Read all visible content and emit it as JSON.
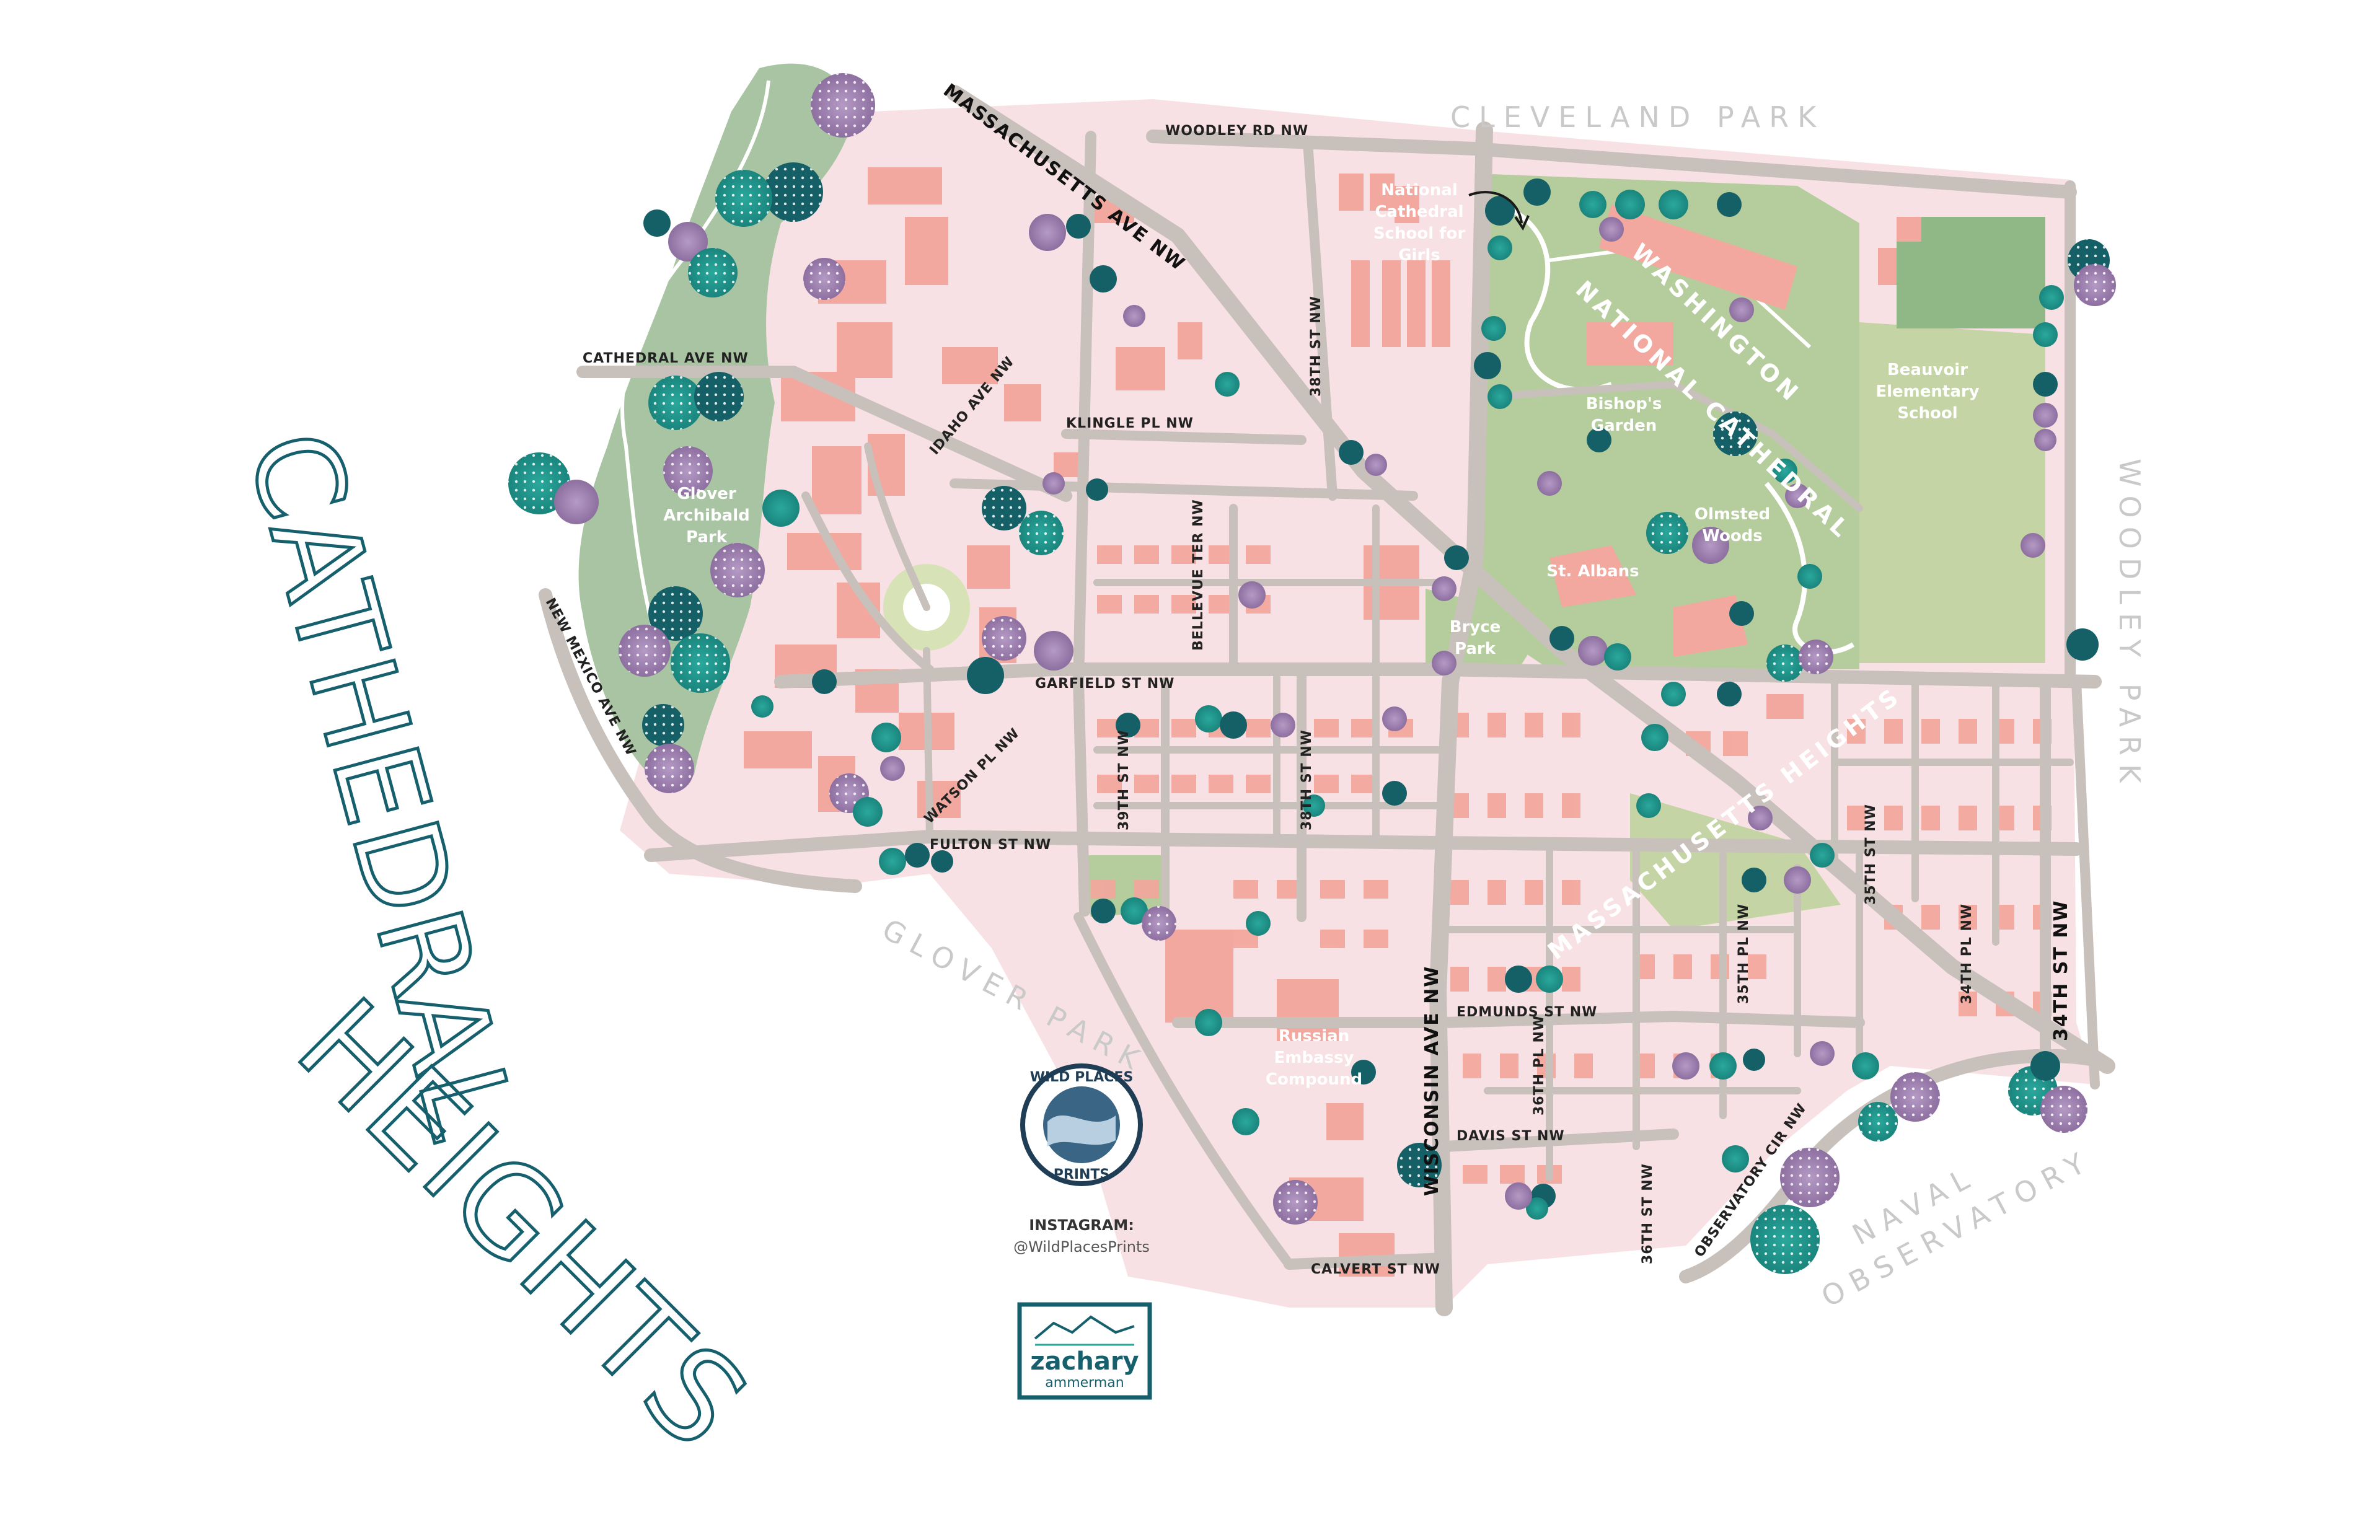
{
  "title": {
    "line1": "CATHEDRAL",
    "line2": "HEIGHTS"
  },
  "neighborhoods": {
    "cleveland_park": "CLEVELAND PARK",
    "woodley_park": "WOODLEY PARK",
    "glover_park": "GLOVER PARK",
    "naval_observatory_1": "NAVAL",
    "naval_observatory_2": "OBSERVATORY"
  },
  "streets": {
    "massachusetts_ave": "MASSACHUSETTS AVE NW",
    "woodley_rd": "WOODLEY RD NW",
    "cathedral_ave": "CATHEDRAL AVE NW",
    "idaho_ave": "IDAHO AVE NW",
    "klingle_pl": "KLINGLE PL NW",
    "st_38th_north": "38TH ST NW",
    "bellevue_ter": "BELLEVUE TER NW",
    "new_mexico_ave": "NEW MEXICO AVE NW",
    "garfield_st": "GARFIELD ST NW",
    "watson_pl": "WATSON PL NW",
    "st_39th": "39TH ST NW",
    "st_38th_south": "38TH ST NW",
    "fulton_st": "FULTON ST NW",
    "wisconsin_ave": "WISCONSIN AVE NW",
    "edmunds_st": "EDMUNDS ST NW",
    "pl_36th": "36TH PL NW",
    "davis_st": "DAVIS ST NW",
    "st_36th": "36TH ST NW",
    "observatory_cir": "OBSERVATORY CIR NW",
    "calvert_st": "CALVERT ST NW",
    "pl_35th": "35TH PL NW",
    "st_35th": "35TH ST NW",
    "pl_34th": "34TH PL NW",
    "st_34th": "34TH ST NW"
  },
  "places": {
    "national_cathedral_school": [
      "National",
      "Cathedral",
      "School for",
      "Girls"
    ],
    "washington_national_cathedral_1": "WASHINGTON",
    "washington_national_cathedral_2": "NATIONAL CATHEDRAL",
    "beauvoir": [
      "Beauvoir",
      "Elementary",
      "School"
    ],
    "bishops_garden": [
      "Bishop's",
      "Garden"
    ],
    "olmsted_woods": [
      "Olmsted",
      "Woods"
    ],
    "st_albans": "St. Albans",
    "bryce_park": [
      "Bryce",
      "Park"
    ],
    "glover_archibald": [
      "Glover",
      "Archibald",
      "Park"
    ],
    "massachusetts_heights": "MASSACHUSETTS HEIGHTS",
    "russian_embassy": [
      "Russian",
      "Embassy",
      "Compound"
    ]
  },
  "credits": {
    "badge_top": "WILD PLACES",
    "badge_bottom": "PRINTS",
    "instagram_label": "INSTAGRAM:",
    "instagram_handle": "@WildPlacesPrints",
    "zachary": "zachary",
    "ammerman": "ammerman"
  },
  "colors": {
    "block_fill": "#f8e1e4",
    "building": "#f2a89e",
    "road": "#c8c0bb",
    "park_green": "#a9c4a3",
    "lawn_green": "#c5d4a4",
    "tree_teal": "#1c8f86",
    "tree_dark": "#155f66",
    "tree_purple": "#9c7fae",
    "title_teal": "#16606e"
  }
}
